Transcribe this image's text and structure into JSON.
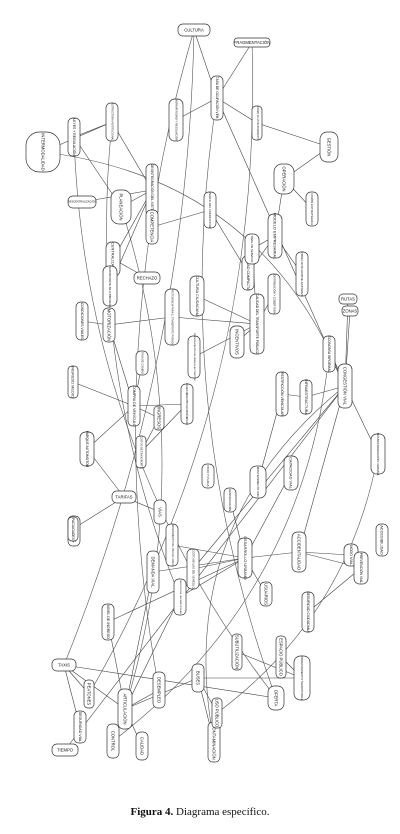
{
  "caption": {
    "label": "Figura 4.",
    "text": "Diagrama específico."
  },
  "diagram": {
    "nodes": [
      {
        "id": "cultura",
        "label": "CULTURA"
      },
      {
        "id": "fragmentacion",
        "label": "FRAGMENTACIÓN"
      },
      {
        "id": "tasa-de-ocupacion",
        "label": "TASA DE OCUPACIÓN VEH."
      },
      {
        "id": "normatividad",
        "label": "NORMATIVIDAD Y REGULACIÓN"
      },
      {
        "id": "cobro-de-estacion",
        "label": "COBRO DE ESTACIONAMIENTO"
      },
      {
        "id": "gestion",
        "label": "GESTIÓN"
      },
      {
        "id": "operacion",
        "label": "OPERACIÓN"
      },
      {
        "id": "vision-estrategica",
        "label": "VISIÓN ESTRATÉGICA"
      },
      {
        "id": "intermodalidad",
        "label": "INTERMODALIDAD"
      },
      {
        "id": "leyes",
        "label": "LEYES Y REGULACIÓN"
      },
      {
        "id": "estructura-institucional",
        "label": "ESTRUCTURA INSTITUCIONAL"
      },
      {
        "id": "descentralizacion",
        "label": "DESCENTRALIZACIÓN"
      },
      {
        "id": "planeacion",
        "label": "PLANEACIÓN"
      },
      {
        "id": "desintegracion",
        "label": "DESINTEGRACIÓN DEL SISTEMA"
      },
      {
        "id": "competencia",
        "label": "COMPETENCIA"
      },
      {
        "id": "centralizacion",
        "label": "CENTRALIZACIÓN"
      },
      {
        "id": "perfil-conductor",
        "label": "PERFIL DEL CONDUCTOR"
      },
      {
        "id": "modelo-empresarial",
        "label": "MODELO EMPRESARIAL"
      },
      {
        "id": "ciudad-compacta",
        "label": "CIUDAD COMPACTA"
      },
      {
        "id": "transporte-multimodal",
        "label": "TRANSPORTE MULTIMODAL"
      },
      {
        "id": "rechazo",
        "label": "RECHAZO"
      },
      {
        "id": "nivel-servicio",
        "label": "NIVEL DE SERVICIO"
      },
      {
        "id": "conflicto",
        "label": "CONFLICTO ENTRE ACTORES"
      },
      {
        "id": "distribucion",
        "label": "DISTRIBUCIÓN Y COBERTURA"
      },
      {
        "id": "rutas",
        "label": "RUTAS"
      },
      {
        "id": "cultura-ciudadana",
        "label": "CULTURA CIUDADANA"
      },
      {
        "id": "calidad-transporte",
        "label": "CALIDAD DEL TRANSPORTE PÚBLICO"
      },
      {
        "id": "preferencia",
        "label": "PREFERENCIA PARA EL TRANSPORTE PRIVADO"
      },
      {
        "id": "condiciones-viales",
        "label": "CONDICIONES VIALES"
      },
      {
        "id": "motorizacion",
        "label": "MOTORIZACIÓN"
      },
      {
        "id": "incentivos",
        "label": "INCENTIVOS"
      },
      {
        "id": "modernizacion",
        "label": "MODERNIZACIÓN DEL PARQUE AUTOMOTOR"
      },
      {
        "id": "zonas",
        "label": "ZONAS"
      },
      {
        "id": "economia",
        "label": "ECONOMÍA INFORMAL"
      },
      {
        "id": "congestion",
        "label": "CONGESTIÓN VIAL"
      },
      {
        "id": "ingreso-medio",
        "label": "INGRESO MEDIO"
      },
      {
        "id": "compra-vehiculo",
        "label": "COMPRA DE VEHÍCULO"
      },
      {
        "id": "tasa-de-cambio",
        "label": "TASA DE CAMBIO"
      },
      {
        "id": "ingresos",
        "label": "INGRESOS"
      },
      {
        "id": "crecimiento-economico",
        "label": "CRECIMIENTO ECONÓMICO"
      },
      {
        "id": "restriccion-vehicular",
        "label": "RESTRICCIÓN VEHICULAR"
      },
      {
        "id": "infraestructura",
        "label": "INFRAESTRUCTURA"
      },
      {
        "id": "parque-automotor",
        "label": "PARQUE AUTOMOTOR"
      },
      {
        "id": "costos-transporte",
        "label": "COSTOS DE TRANSPORTE"
      },
      {
        "id": "tarifas",
        "label": "TARIFAS"
      },
      {
        "id": "subsidios",
        "label": "SUBSIDIOS"
      },
      {
        "id": "pico-placa",
        "label": "PICO Y PLACA"
      },
      {
        "id": "mantenimiento",
        "label": "MANTENIMIENTO VIAL"
      },
      {
        "id": "capacidad-vial",
        "label": "CAPACIDAD VIAL"
      },
      {
        "id": "densificacion",
        "label": "DENSIFICACIÓN"
      },
      {
        "id": "facilidades",
        "label": "FACILIDADES"
      },
      {
        "id": "vias",
        "label": "VÍAS"
      },
      {
        "id": "costo-uso",
        "label": "COSTO DE USO DEL VEHÍCULO"
      },
      {
        "id": "ordenamiento-uso",
        "label": "ORDENAMIENTO DEL USO DEL SUELO"
      },
      {
        "id": "accidentalidad",
        "label": "ACCIDENTALIDAD"
      },
      {
        "id": "accesibilidad",
        "label": "ACCESIBILIDAD"
      },
      {
        "id": "transformacion",
        "label": "TRANSFORMACIÓN URBANA"
      },
      {
        "id": "desarrollo-urbano",
        "label": "DESARROLLO URBANO"
      },
      {
        "id": "nodo-vial",
        "label": "NODO VIAL"
      },
      {
        "id": "prevencion",
        "label": "PREVENCIÓN VIAL"
      },
      {
        "id": "seguridad-ciudadana",
        "label": "SEGURIDAD CIUDADANA"
      },
      {
        "id": "demanda-vial",
        "label": "DEMANDA VIAL"
      },
      {
        "id": "servicio-taxi",
        "label": "SERVICIO DE TAXI PARTICULAR"
      },
      {
        "id": "usuarios",
        "label": "USUARIOS"
      },
      {
        "id": "nivel-ingreso",
        "label": "NIVEL DE INGRESO"
      },
      {
        "id": "subutilizacion",
        "label": "SUBUTILIZACIÓN"
      },
      {
        "id": "espacio-publico",
        "label": "ESPACIO PÚBLICO"
      },
      {
        "id": "taxis",
        "label": "TAXIS"
      },
      {
        "id": "peatones",
        "label": "PEATONES"
      },
      {
        "id": "buses",
        "label": "BUSES"
      },
      {
        "id": "seguridad-vial",
        "label": "SEGURIDAD VIAL"
      },
      {
        "id": "tiempo",
        "label": "TIEMPO"
      },
      {
        "id": "control",
        "label": "CONTROL"
      },
      {
        "id": "calidad",
        "label": "CALIDAD"
      },
      {
        "id": "desempleo",
        "label": "DESEMPLEO"
      },
      {
        "id": "ordenamiento-territorial",
        "label": "ORDENAMIENTO TERRITORIAL"
      },
      {
        "id": "articulacion",
        "label": "ARTICULACIÓN"
      },
      {
        "id": "contaminacion",
        "label": "CONTAMINACIÓN"
      },
      {
        "id": "uso-publico",
        "label": "USO PÚBLICO"
      },
      {
        "id": "oferta",
        "label": "OFERTA"
      }
    ],
    "edges": [
      [
        "cultura",
        "tasa-de-ocupacion"
      ],
      [
        "fragmentacion",
        "tasa-de-ocupacion"
      ],
      [
        "tasa-de-ocupacion",
        "normatividad"
      ],
      [
        "tasa-de-ocupacion",
        "cobro-de-estacion"
      ],
      [
        "tasa-de-ocupacion",
        "congestion"
      ],
      [
        "cobro-de-estacion",
        "gestion"
      ],
      [
        "gestion",
        "operacion"
      ],
      [
        "operacion",
        "vision-estrategica"
      ],
      [
        "operacion",
        "modelo-empresarial"
      ],
      [
        "leyes",
        "estructura-institucional"
      ],
      [
        "estructura-institucional",
        "intermodalidad"
      ],
      [
        "estructura-institucional",
        "desintegracion"
      ],
      [
        "descentralizacion",
        "desintegracion"
      ],
      [
        "planeacion",
        "desintegracion"
      ],
      [
        "planeacion",
        "leyes"
      ],
      [
        "desintegracion",
        "competencia"
      ],
      [
        "desintegracion",
        "centralizacion"
      ],
      [
        "desintegracion",
        "transporte-multimodal"
      ],
      [
        "competencia",
        "perfil-conductor"
      ],
      [
        "centralizacion",
        "rechazo"
      ],
      [
        "perfil-conductor",
        "ciudad-compacta"
      ],
      [
        "ciudad-compacta",
        "modelo-empresarial"
      ],
      [
        "modelo-empresarial",
        "conflicto"
      ],
      [
        "modelo-empresarial",
        "nivel-servicio"
      ],
      [
        "nivel-servicio",
        "calidad-transporte"
      ],
      [
        "distribucion",
        "calidad-transporte"
      ],
      [
        "cultura-ciudadana",
        "calidad-transporte"
      ],
      [
        "calidad-transporte",
        "preferencia"
      ],
      [
        "calidad-transporte",
        "incentivos"
      ],
      [
        "calidad-transporte",
        "modernizacion"
      ],
      [
        "preferencia",
        "motorizacion"
      ],
      [
        "condiciones-viales",
        "motorizacion"
      ],
      [
        "motorizacion",
        "compra-vehiculo"
      ],
      [
        "ingreso-medio",
        "compra-vehiculo"
      ],
      [
        "compra-vehiculo",
        "tasa-de-cambio"
      ],
      [
        "compra-vehiculo",
        "ingresos"
      ],
      [
        "compra-vehiculo",
        "crecimiento-economico"
      ],
      [
        "compra-vehiculo",
        "parque-automotor"
      ],
      [
        "ingresos",
        "costos-transporte"
      ],
      [
        "crecimiento-economico",
        "costos-transporte"
      ],
      [
        "restriccion-vehicular",
        "infraestructura"
      ],
      [
        "restriccion-vehicular",
        "mantenimiento"
      ],
      [
        "infraestructura",
        "congestion"
      ],
      [
        "economia",
        "congestion"
      ],
      [
        "zonas",
        "congestion"
      ],
      [
        "rutas",
        "congestion"
      ],
      [
        "congestion",
        "transformacion"
      ],
      [
        "congestion",
        "tiempo"
      ],
      [
        "congestion",
        "costo-uso"
      ],
      [
        "congestion",
        "accidentalidad"
      ],
      [
        "parque-automotor",
        "tarifas"
      ],
      [
        "tarifas",
        "vias"
      ],
      [
        "tarifas",
        "facilidades"
      ],
      [
        "capacidad-vial",
        "desarrollo-urbano"
      ],
      [
        "densificacion",
        "desarrollo-urbano"
      ],
      [
        "costo-uso",
        "desarrollo-urbano"
      ],
      [
        "desarrollo-urbano",
        "accidentalidad"
      ],
      [
        "desarrollo-urbano",
        "servicio-taxi"
      ],
      [
        "desarrollo-urbano",
        "demanda-vial"
      ],
      [
        "desarrollo-urbano",
        "nivel-ingreso"
      ],
      [
        "desarrollo-urbano",
        "usuarios"
      ],
      [
        "desarrollo-urbano",
        "ordenamiento-uso"
      ],
      [
        "accidentalidad",
        "nodo-vial"
      ],
      [
        "accidentalidad",
        "prevencion"
      ],
      [
        "prevencion",
        "seguridad-ciudadana"
      ],
      [
        "demanda-vial",
        "articulacion"
      ],
      [
        "nivel-ingreso",
        "articulacion"
      ],
      [
        "servicio-taxi",
        "articulacion"
      ],
      [
        "articulacion",
        "taxis"
      ],
      [
        "articulacion",
        "buses"
      ],
      [
        "articulacion",
        "desempleo"
      ],
      [
        "articulacion",
        "control"
      ],
      [
        "articulacion",
        "calidad"
      ],
      [
        "taxis",
        "peatones"
      ],
      [
        "taxis",
        "oferta"
      ],
      [
        "taxis",
        "seguridad-vial"
      ],
      [
        "buses",
        "contaminacion"
      ],
      [
        "buses",
        "uso-publico"
      ],
      [
        "espacio-publico",
        "ordenamiento-territorial"
      ],
      [
        "subutilizacion",
        "ordenamiento-territorial"
      ],
      [
        "ordenamiento-territorial",
        "buses"
      ]
    ],
    "curves": [
      [
        "taxis",
        "cultura"
      ],
      [
        "oferta",
        "tasa-de-ocupacion"
      ],
      [
        "peatones",
        "fragmentacion"
      ],
      [
        "contaminacion",
        "congestion"
      ],
      [
        "uso-publico",
        "transformacion"
      ],
      [
        "planeacion",
        "articulacion"
      ],
      [
        "leyes",
        "oferta"
      ],
      [
        "intermodalidad",
        "congestion"
      ],
      [
        "estructura-institucional",
        "servicio-taxi"
      ],
      [
        "desempleo",
        "cultura"
      ],
      [
        "control",
        "economia"
      ]
    ]
  }
}
